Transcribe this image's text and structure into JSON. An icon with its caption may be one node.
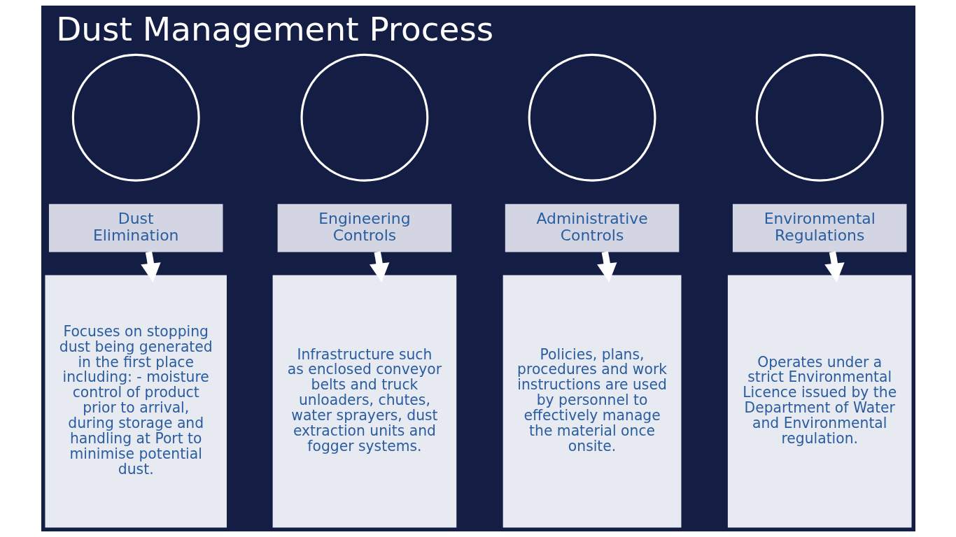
{
  "diagram": {
    "title": "Dust Management Process",
    "nodes": [
      {
        "text": [],
        "shape": "circle"
      },
      {
        "text": [
          "Dust Elimination"
        ]
      },
      {
        "text": [
          "Focuses on stopping dust being generated in the first place including: - moisture control of product prior to arrival, during storage and handling at Port to minimise potential dust."
        ]
      },
      {
        "text": [],
        "shape": "circle"
      },
      {
        "text": [
          "Engineering Controls"
        ]
      },
      {
        "text": [
          "Infrastructure such as enclosed conveyor belts and truck unloaders, chutes, water sprayers, dust extraction units and fogger systems."
        ]
      },
      {
        "text": [],
        "shape": "circle"
      },
      {
        "text": [
          "Administrative Controls"
        ]
      },
      {
        "text": [
          "Policies, plans, procedures and work instructions are used by personnel to effectively manage the material once onsite."
        ]
      },
      {
        "text": [],
        "shape": "circle"
      },
      {
        "text": [
          "Environmental Regulations"
        ]
      },
      {
        "text": [
          "Operates under a strict Environmental Licence issued by the Department of Water and Environmental regulation."
        ]
      }
    ],
    "edges": [
      {
        "from": 1,
        "to": 2,
        "arrow": "to"
      },
      {
        "from": 4,
        "to": 5,
        "arrow": "to"
      },
      {
        "from": 7,
        "to": 8,
        "arrow": "to"
      },
      {
        "from": 10,
        "to": 11,
        "arrow": "to"
      }
    ]
  }
}
